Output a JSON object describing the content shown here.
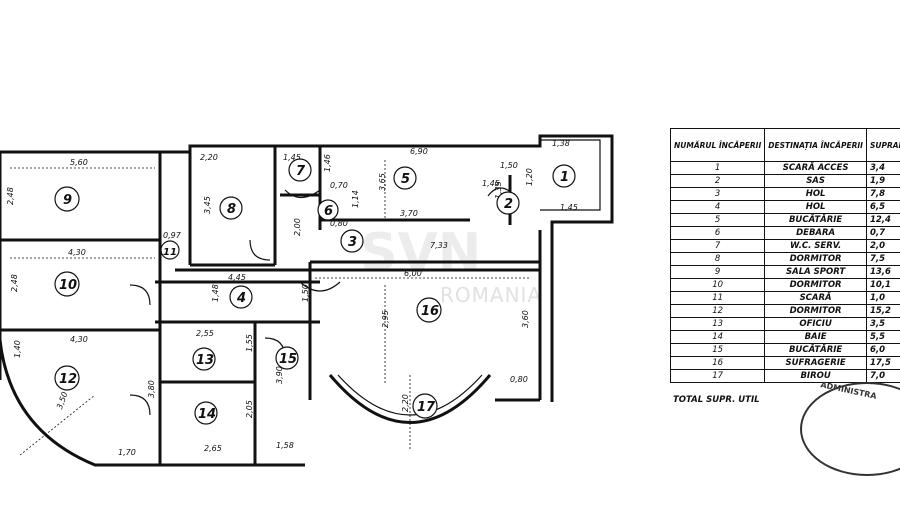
{
  "rooms": {
    "r1": "1",
    "r2": "2",
    "r3": "3",
    "r4": "4",
    "r5": "5",
    "r6": "6",
    "r7": "7",
    "r8": "8",
    "r9": "9",
    "r10": "10",
    "r11": "11",
    "r12": "12",
    "r13": "13",
    "r14": "14",
    "r15": "15",
    "r16": "16",
    "r17": "17"
  },
  "dimensions": {
    "d_560": "5,60",
    "d_248a": "2,48",
    "d_220": "2,20",
    "d_345": "3,45",
    "d_145a": "1,45",
    "d_146": "1,46",
    "d_690": "6,90",
    "d_365": "3,65",
    "d_150": "1,50",
    "d_120": "1,20",
    "d_138": "1,38",
    "d_145b": "1,45",
    "d_135": "1,35",
    "d_370": "3,70",
    "d_070": "0,70",
    "d_080": "0,80",
    "d_200": "2,00",
    "d_733": "7,33",
    "d_430a": "4,30",
    "d_248b": "2,48",
    "d_445": "4,45",
    "d_600": "6,00",
    "d_148": "1,48",
    "d_150b": "1,50",
    "d_295": "2,95",
    "d_360": "3,60",
    "d_430b": "4,30",
    "d_255": "2,55",
    "d_155": "1,55",
    "d_390": "3,90",
    "d_350": "3,50",
    "d_140": "1,40",
    "d_380": "3,80",
    "d_205": "2,05",
    "d_170": "1,70",
    "d_265": "2,65",
    "d_158": "1,58",
    "d_220b": "2,20",
    "d_080b": "0,80",
    "d_097": "0,97",
    "d_114": "1,14",
    "d_145c": "1,45"
  },
  "watermark": {
    "logo": "SVN",
    "subtitle": "ROMANIA"
  },
  "table": {
    "header_nr": "NUMĂRUL ÎNCĂPERII",
    "header_dest": "DESTINAȚIA ÎNCĂPERII",
    "header_sup": "SUPRAFAȚA (mp)",
    "rows": [
      {
        "nr": "1",
        "dest": "SCARĂ ACCES",
        "sup": "3,4"
      },
      {
        "nr": "2",
        "dest": "SAS",
        "sup": "1,9"
      },
      {
        "nr": "3",
        "dest": "HOL",
        "sup": "7,8"
      },
      {
        "nr": "4",
        "dest": "HOL",
        "sup": "6,5"
      },
      {
        "nr": "5",
        "dest": "BUCĂTĂRIE",
        "sup": "12,4"
      },
      {
        "nr": "6",
        "dest": "DEBARA",
        "sup": "0,7"
      },
      {
        "nr": "7",
        "dest": "W.C. SERV.",
        "sup": "2,0"
      },
      {
        "nr": "8",
        "dest": "DORMITOR",
        "sup": "7,5"
      },
      {
        "nr": "9",
        "dest": "SALA SPORT",
        "sup": "13,6"
      },
      {
        "nr": "10",
        "dest": "DORMITOR",
        "sup": "10,1"
      },
      {
        "nr": "11",
        "dest": "SCARĂ",
        "sup": "1,0"
      },
      {
        "nr": "12",
        "dest": "DORMITOR",
        "sup": "15,2"
      },
      {
        "nr": "13",
        "dest": "OFICIU",
        "sup": "3,5"
      },
      {
        "nr": "14",
        "dest": "BAIE",
        "sup": "5,5"
      },
      {
        "nr": "15",
        "dest": "BUCĂTĂRIE",
        "sup": "6,0"
      },
      {
        "nr": "16",
        "dest": "SUFRAGERIE",
        "sup": "17,5"
      },
      {
        "nr": "17",
        "dest": "BIROU",
        "sup": "7,0"
      }
    ],
    "total": "TOTAL SUPR. UTIL"
  },
  "stamp": {
    "text": "ADMINISTRA"
  }
}
